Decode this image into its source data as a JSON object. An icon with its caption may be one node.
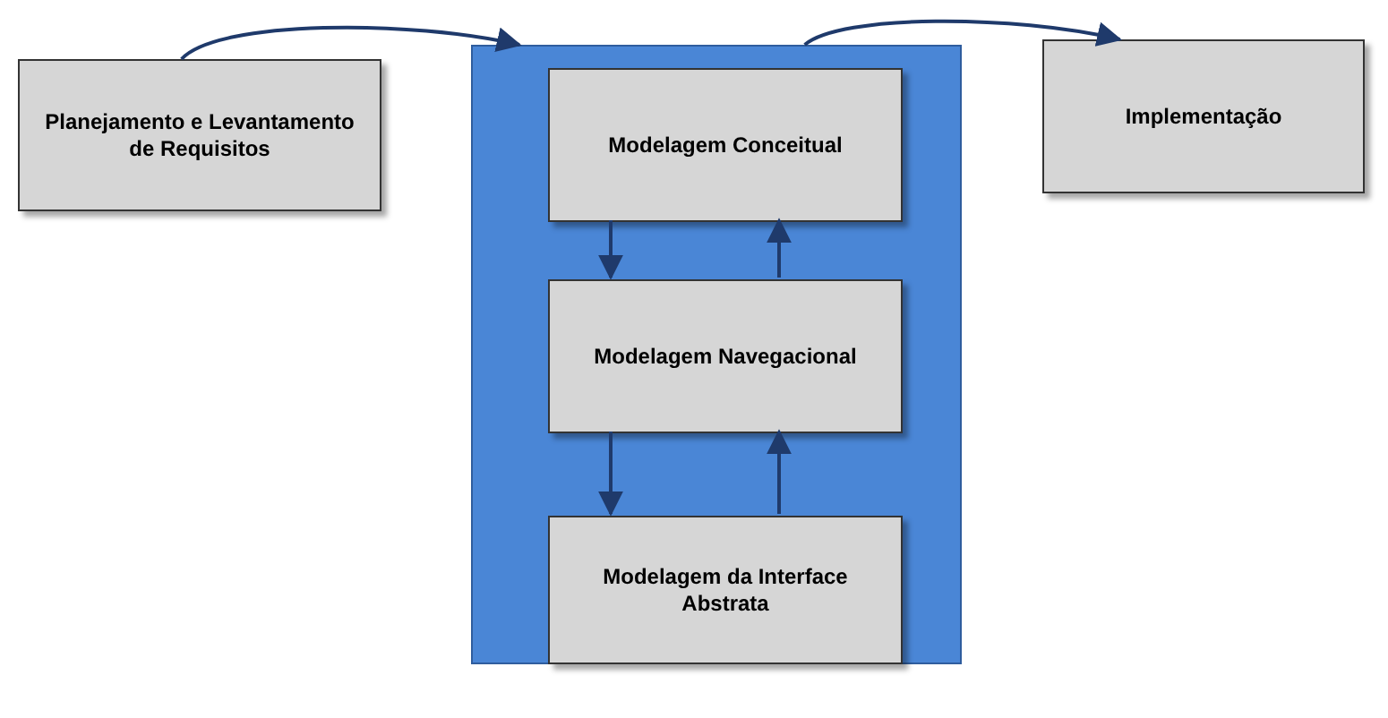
{
  "diagram": {
    "nodes": [
      {
        "text": [
          "Planejamento e Levantamento de Requisitos"
        ]
      },
      {
        "text": [],
        "shape": "box"
      },
      {
        "text": [
          "Modelagem Conceitual"
        ],
        "in": 1
      },
      {
        "text": [
          "Modelagem Navegacional"
        ],
        "in": 1
      },
      {
        "text": [
          "Modelagem da Interface Abstrata"
        ],
        "in": 1
      },
      {
        "text": [
          "Implementação"
        ]
      }
    ],
    "edges": [
      {
        "from": 0,
        "to": 1,
        "arrow": "to"
      },
      {
        "from": 1,
        "to": 5,
        "arrow": "to"
      },
      {
        "from": 2,
        "to": 3,
        "arrow": "to"
      },
      {
        "from": 3,
        "to": 2,
        "arrow": "to"
      },
      {
        "from": 3,
        "to": 4,
        "arrow": "to"
      },
      {
        "from": 4,
        "to": 3,
        "arrow": "to"
      }
    ]
  }
}
